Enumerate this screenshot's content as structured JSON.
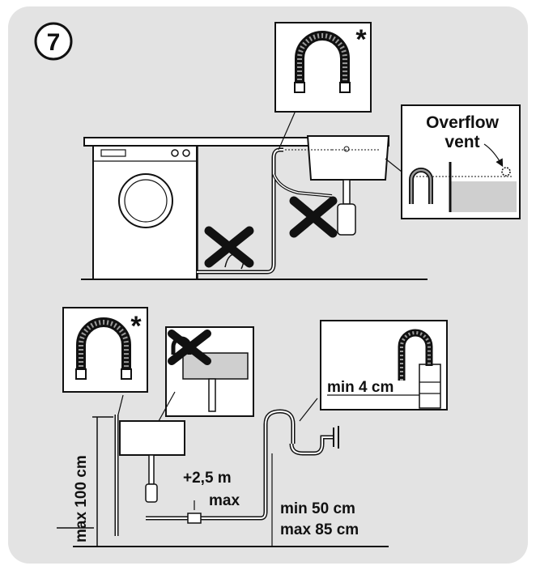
{
  "step_number": "7",
  "top_scene": {
    "hose_box_marker": "*",
    "overflow_box": {
      "title_line1": "Overflow",
      "title_line2": "vent"
    }
  },
  "bottom_scene": {
    "hose_box_marker": "*",
    "label_max_height": "max 100 cm",
    "label_extension": "+2,5 m",
    "label_extension_max": "max",
    "label_min_gap": "min 4 cm",
    "label_min_height": "min 50 cm",
    "label_max_height_siphon": "max 85 cm"
  },
  "colors": {
    "background": "#e3e3e3",
    "line": "#111111",
    "water": "#cfcfcf"
  },
  "icons": [
    "hose-bend-icon",
    "washing-machine-icon",
    "sink-icon",
    "cross-icon",
    "siphon-icon"
  ]
}
